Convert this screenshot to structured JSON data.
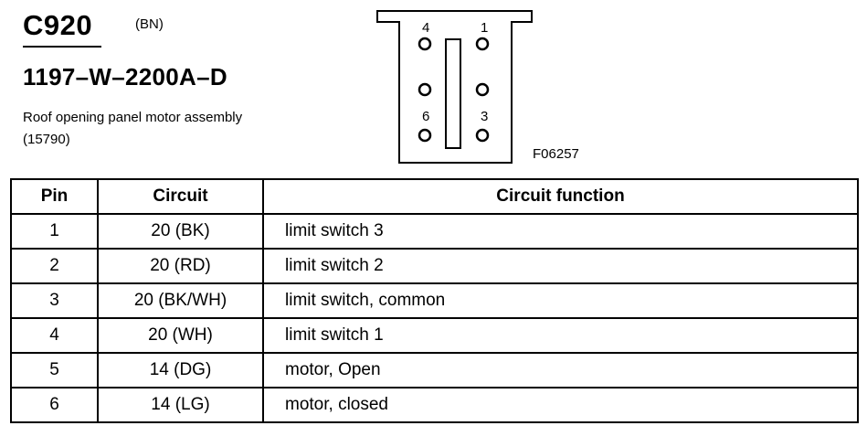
{
  "header": {
    "connector_id": "C920",
    "connector_color": "(BN)",
    "part_number": "1197–W–2200A–D",
    "description_line1": "Roof opening panel motor assembly",
    "description_line2": "(15790)"
  },
  "diagram": {
    "figure_id": "F06257",
    "pin_labels": {
      "top_left": "4",
      "top_right": "1",
      "bottom_left": "6",
      "bottom_right": "3"
    }
  },
  "table": {
    "headers": [
      "Pin",
      "Circuit",
      "Circuit function"
    ],
    "rows": [
      {
        "pin": "1",
        "circuit": "20 (BK)",
        "function": "limit switch 3"
      },
      {
        "pin": "2",
        "circuit": "20 (RD)",
        "function": "limit switch 2"
      },
      {
        "pin": "3",
        "circuit": "20 (BK/WH)",
        "function": "limit switch, common"
      },
      {
        "pin": "4",
        "circuit": "20 (WH)",
        "function": "limit switch 1"
      },
      {
        "pin": "5",
        "circuit": "14 (DG)",
        "function": "motor, Open"
      },
      {
        "pin": "6",
        "circuit": "14 (LG)",
        "function": "motor, closed"
      }
    ]
  }
}
